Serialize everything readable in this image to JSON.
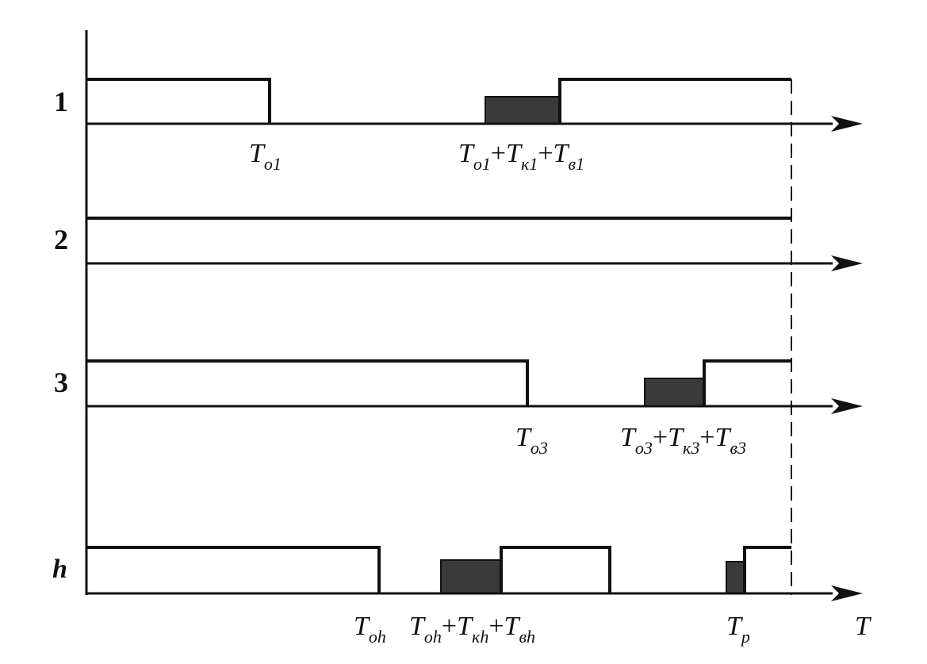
{
  "rows": [
    {
      "number": "1",
      "t_label": {
        "T": "T",
        "sub": "o1"
      },
      "sum_label": [
        {
          "T": "T",
          "sub": "o1",
          "op": "+"
        },
        {
          "T": "T",
          "sub": "к1",
          "op": "+"
        },
        {
          "T": "T",
          "sub": "в1",
          "op": ""
        }
      ]
    },
    {
      "number": "2"
    },
    {
      "number": "3",
      "t_label": {
        "T": "T",
        "sub": "o3"
      },
      "sum_label": [
        {
          "T": "T",
          "sub": "o3",
          "op": "+"
        },
        {
          "T": "T",
          "sub": "к3",
          "op": "+"
        },
        {
          "T": "T",
          "sub": "в3",
          "op": ""
        }
      ]
    },
    {
      "number": "h",
      "t_label": {
        "T": "T",
        "sub": "oh"
      },
      "sum_label": [
        {
          "T": "T",
          "sub": "oh",
          "op": "+"
        },
        {
          "T": "T",
          "sub": "кh",
          "op": "+"
        },
        {
          "T": "T",
          "sub": "вh",
          "op": ""
        }
      ],
      "tp_label": {
        "T": "T",
        "sub": "p"
      }
    }
  ],
  "axis": {
    "label": "T"
  },
  "colors": {
    "ink": "#111111",
    "shade": "#3a3a3a",
    "background": "#ffffff"
  }
}
